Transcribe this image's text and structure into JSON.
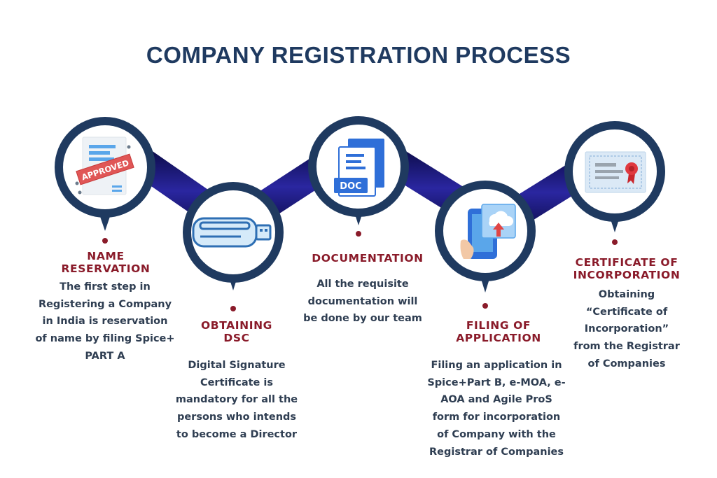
{
  "title": "COMPANY REGISTRATION PROCESS",
  "colors": {
    "heading": "#1f3a60",
    "step_title": "#8a1b2a",
    "ring": "#1f3a60",
    "band": "#1d1c78",
    "pin_dot": "#8a1b2a"
  },
  "steps": [
    {
      "title_lines": [
        "NAME",
        "RESERVATION"
      ],
      "desc_lines": [
        "The first step in",
        "Registering a Company",
        "in India is reservation",
        "of name by filing Spice+",
        "PART A"
      ],
      "icon": "approved-document-icon",
      "stamp_text": "APPROVED"
    },
    {
      "title_lines": [
        "OBTAINING",
        "DSC"
      ],
      "desc_lines": [
        "Digital Signature",
        "Certificate is",
        "mandatory for all the",
        "persons who intends",
        "to become a Director"
      ],
      "icon": "usb-token-icon"
    },
    {
      "title_lines": [
        "DOCUMENTATION"
      ],
      "desc_lines": [
        "All the requisite",
        "documentation will",
        "be done by our team"
      ],
      "icon": "doc-file-icon",
      "doc_label": "DOC"
    },
    {
      "title_lines": [
        "FILING OF",
        "APPLICATION"
      ],
      "desc_lines": [
        "Filing an application in",
        "Spice+Part B, e-MOA,  e-",
        "AOA and Agile ProS",
        "form  for incorporation",
        "of Company with the",
        "Registrar of Companies"
      ],
      "icon": "cloud-upload-phone-icon"
    },
    {
      "title_lines": [
        "CERTIFICATE OF",
        "INCORPORATION"
      ],
      "desc_lines": [
        "Obtaining",
        "“Certificate of",
        "Incorporation”",
        "from the Registrar",
        "of Companies"
      ],
      "icon": "certificate-icon"
    }
  ]
}
